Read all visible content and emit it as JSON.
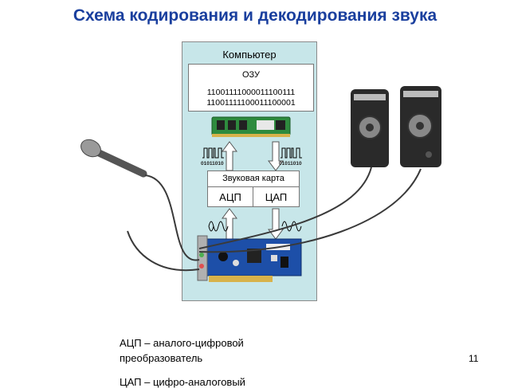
{
  "title": "Схема кодирования и декодирования звука",
  "computer": {
    "label": "Компьютер",
    "ram": {
      "label": "ОЗУ",
      "bits_line1": "11001111000011100111",
      "bits_line2": "11001111100011100001"
    },
    "sound_card": {
      "label": "Звуковая карта",
      "adc": "АЦП",
      "dac": "ЦАП"
    },
    "digital_signal_left": "01011010",
    "digital_signal_right": "01011010"
  },
  "legend": {
    "line1": "АЦП – аналого-цифровой",
    "line2": "преобразователь",
    "line3": "ЦАП – цифро-аналоговый"
  },
  "page_number": "11"
}
